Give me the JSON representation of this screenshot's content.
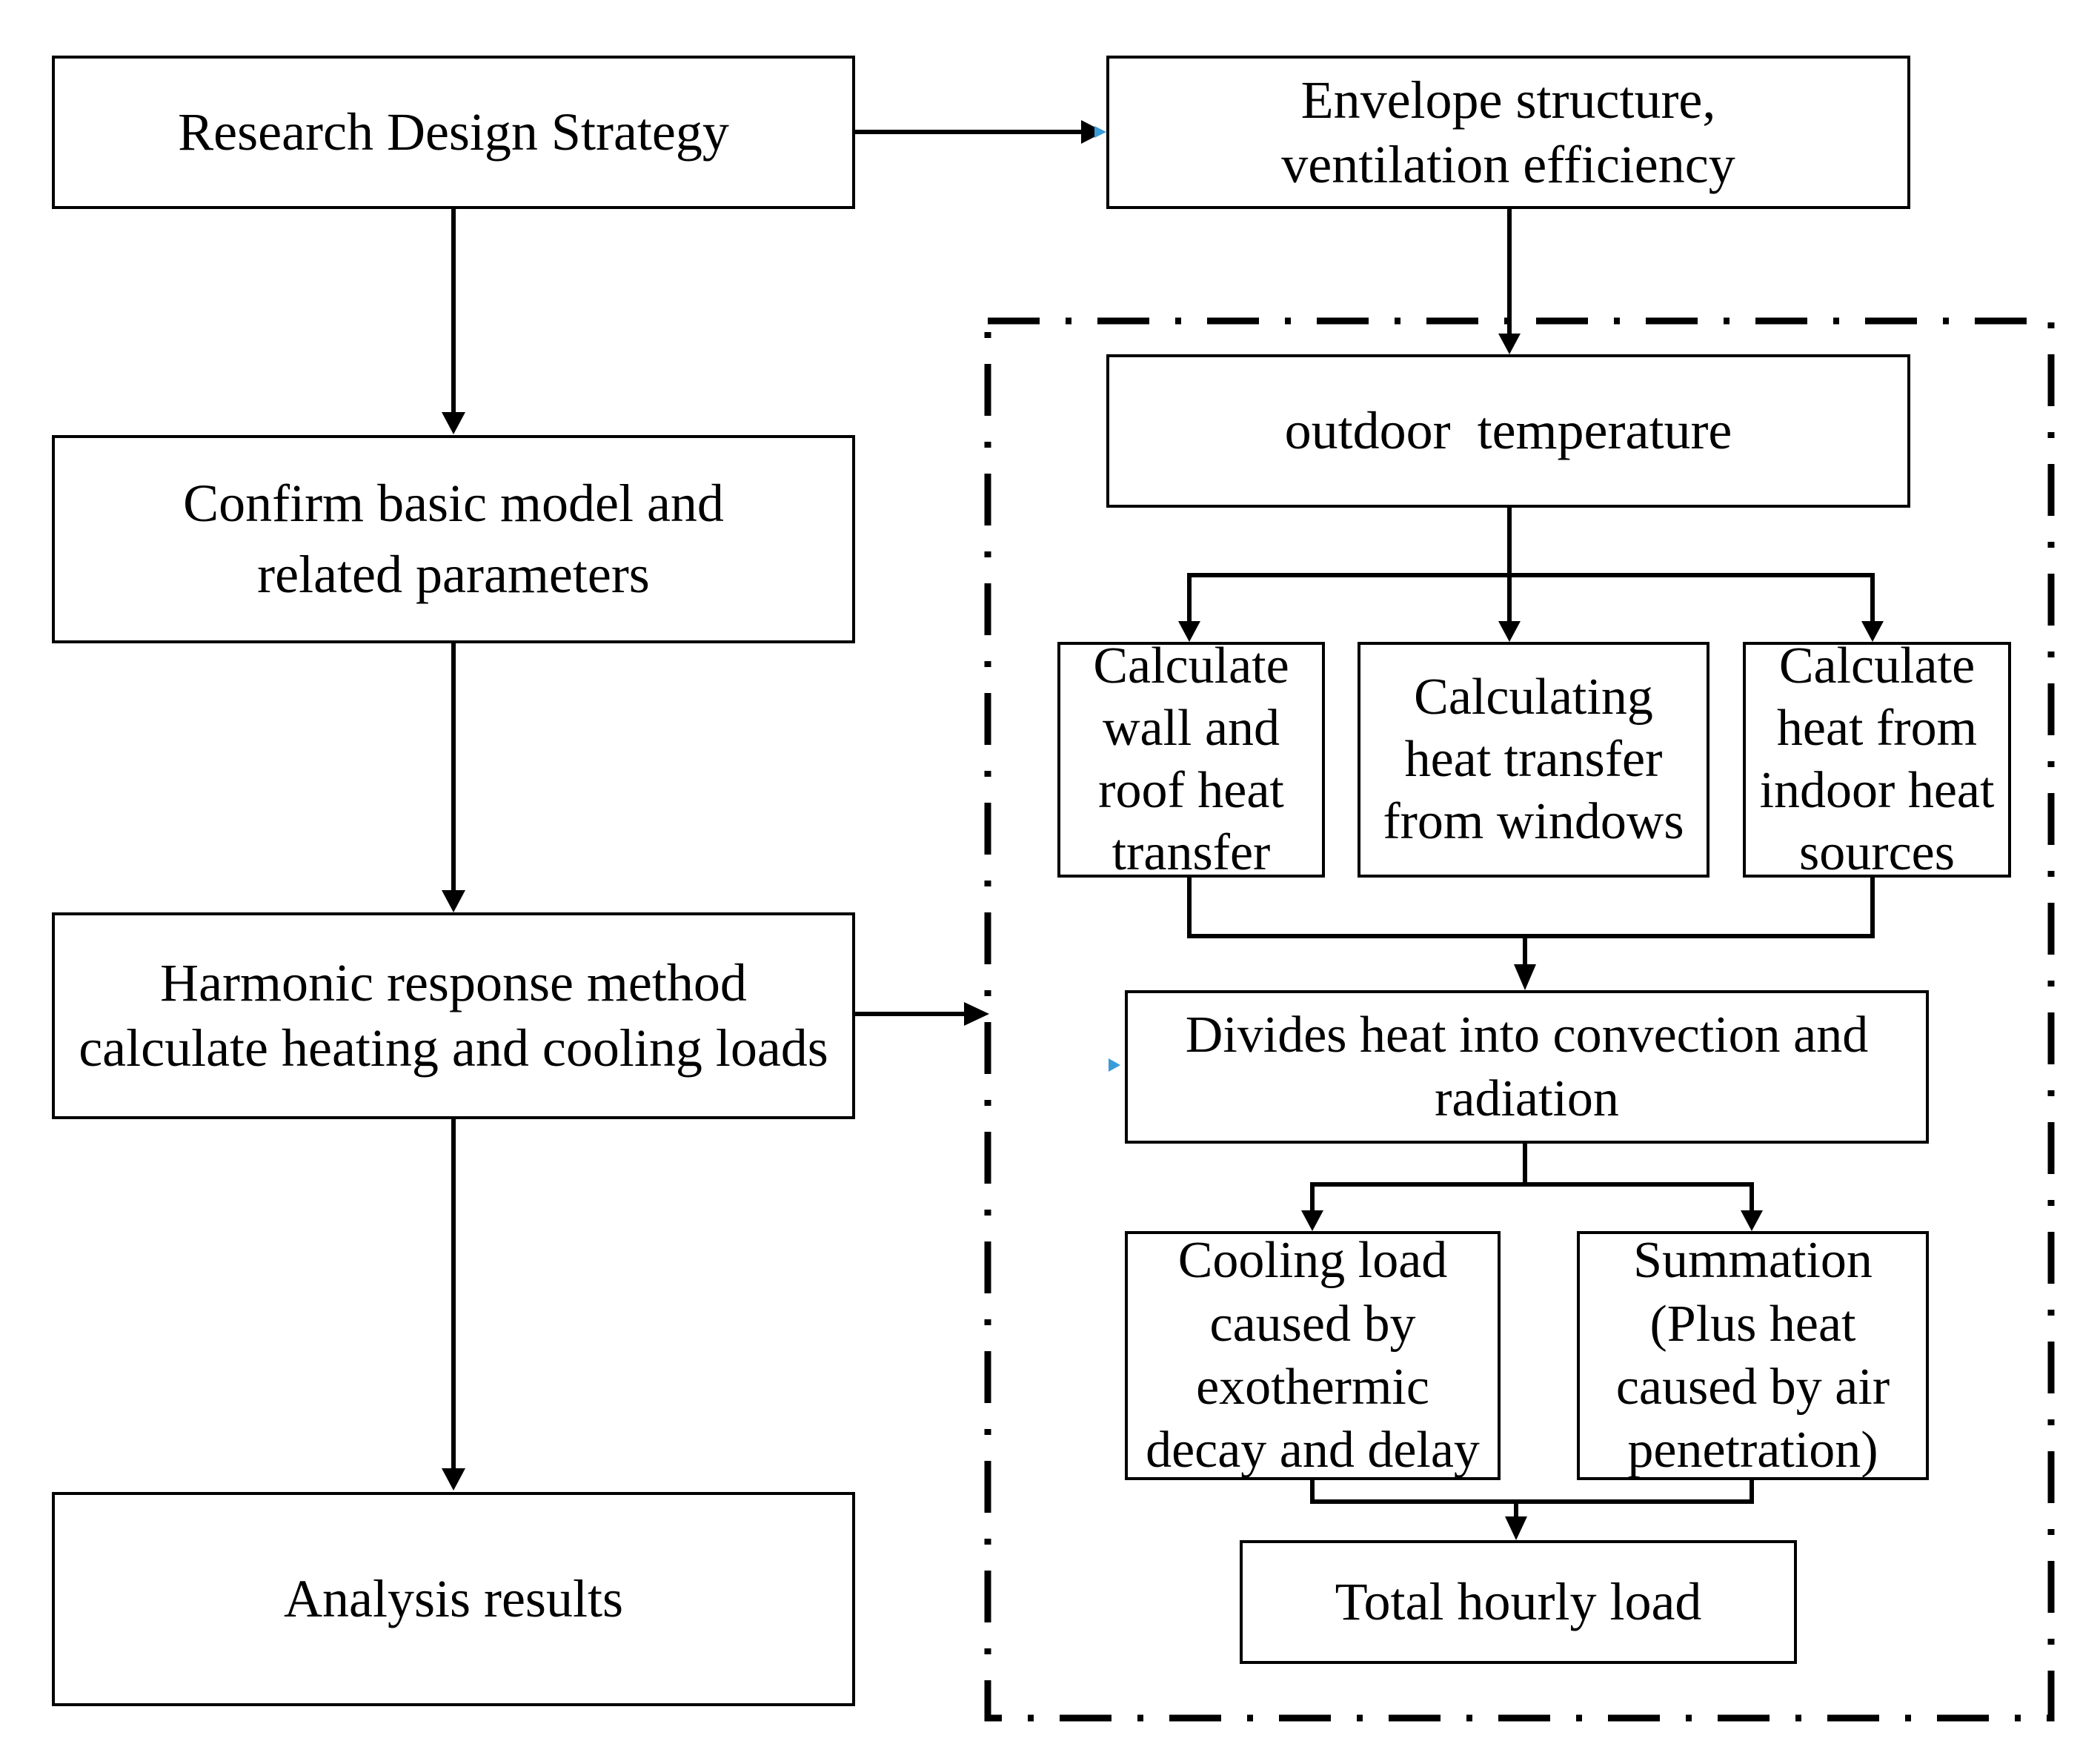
{
  "left_column": {
    "research_design": "Research Design Strategy",
    "confirm_model": "Confirm basic model and\nrelated parameters",
    "harmonic_method": "Harmonic response method\ncalculate heating and cooling loads",
    "analysis_results": "Analysis results"
  },
  "right_column": {
    "envelope": "Envelope structure,\nventilation efficiency",
    "outdoor_temperature": "outdoor  temperature",
    "wall_roof": "Calculate\nwall and\nroof heat\ntransfer",
    "windows": "Calculating\nheat transfer\nfrom windows",
    "indoor_sources": "Calculate\nheat from\nindoor heat\nsources",
    "divides_heat": "Divides heat into convection and\nradiation",
    "cooling_load": "Cooling load\ncaused by\nexothermic\ndecay and delay",
    "summation": "Summation\n(Plus heat\ncaused by air\npenetration)",
    "total_hourly": "Total hourly load"
  },
  "colors": {
    "stroke": "#000000",
    "background": "#ffffff",
    "marker_accent": "#3a9bd9"
  }
}
